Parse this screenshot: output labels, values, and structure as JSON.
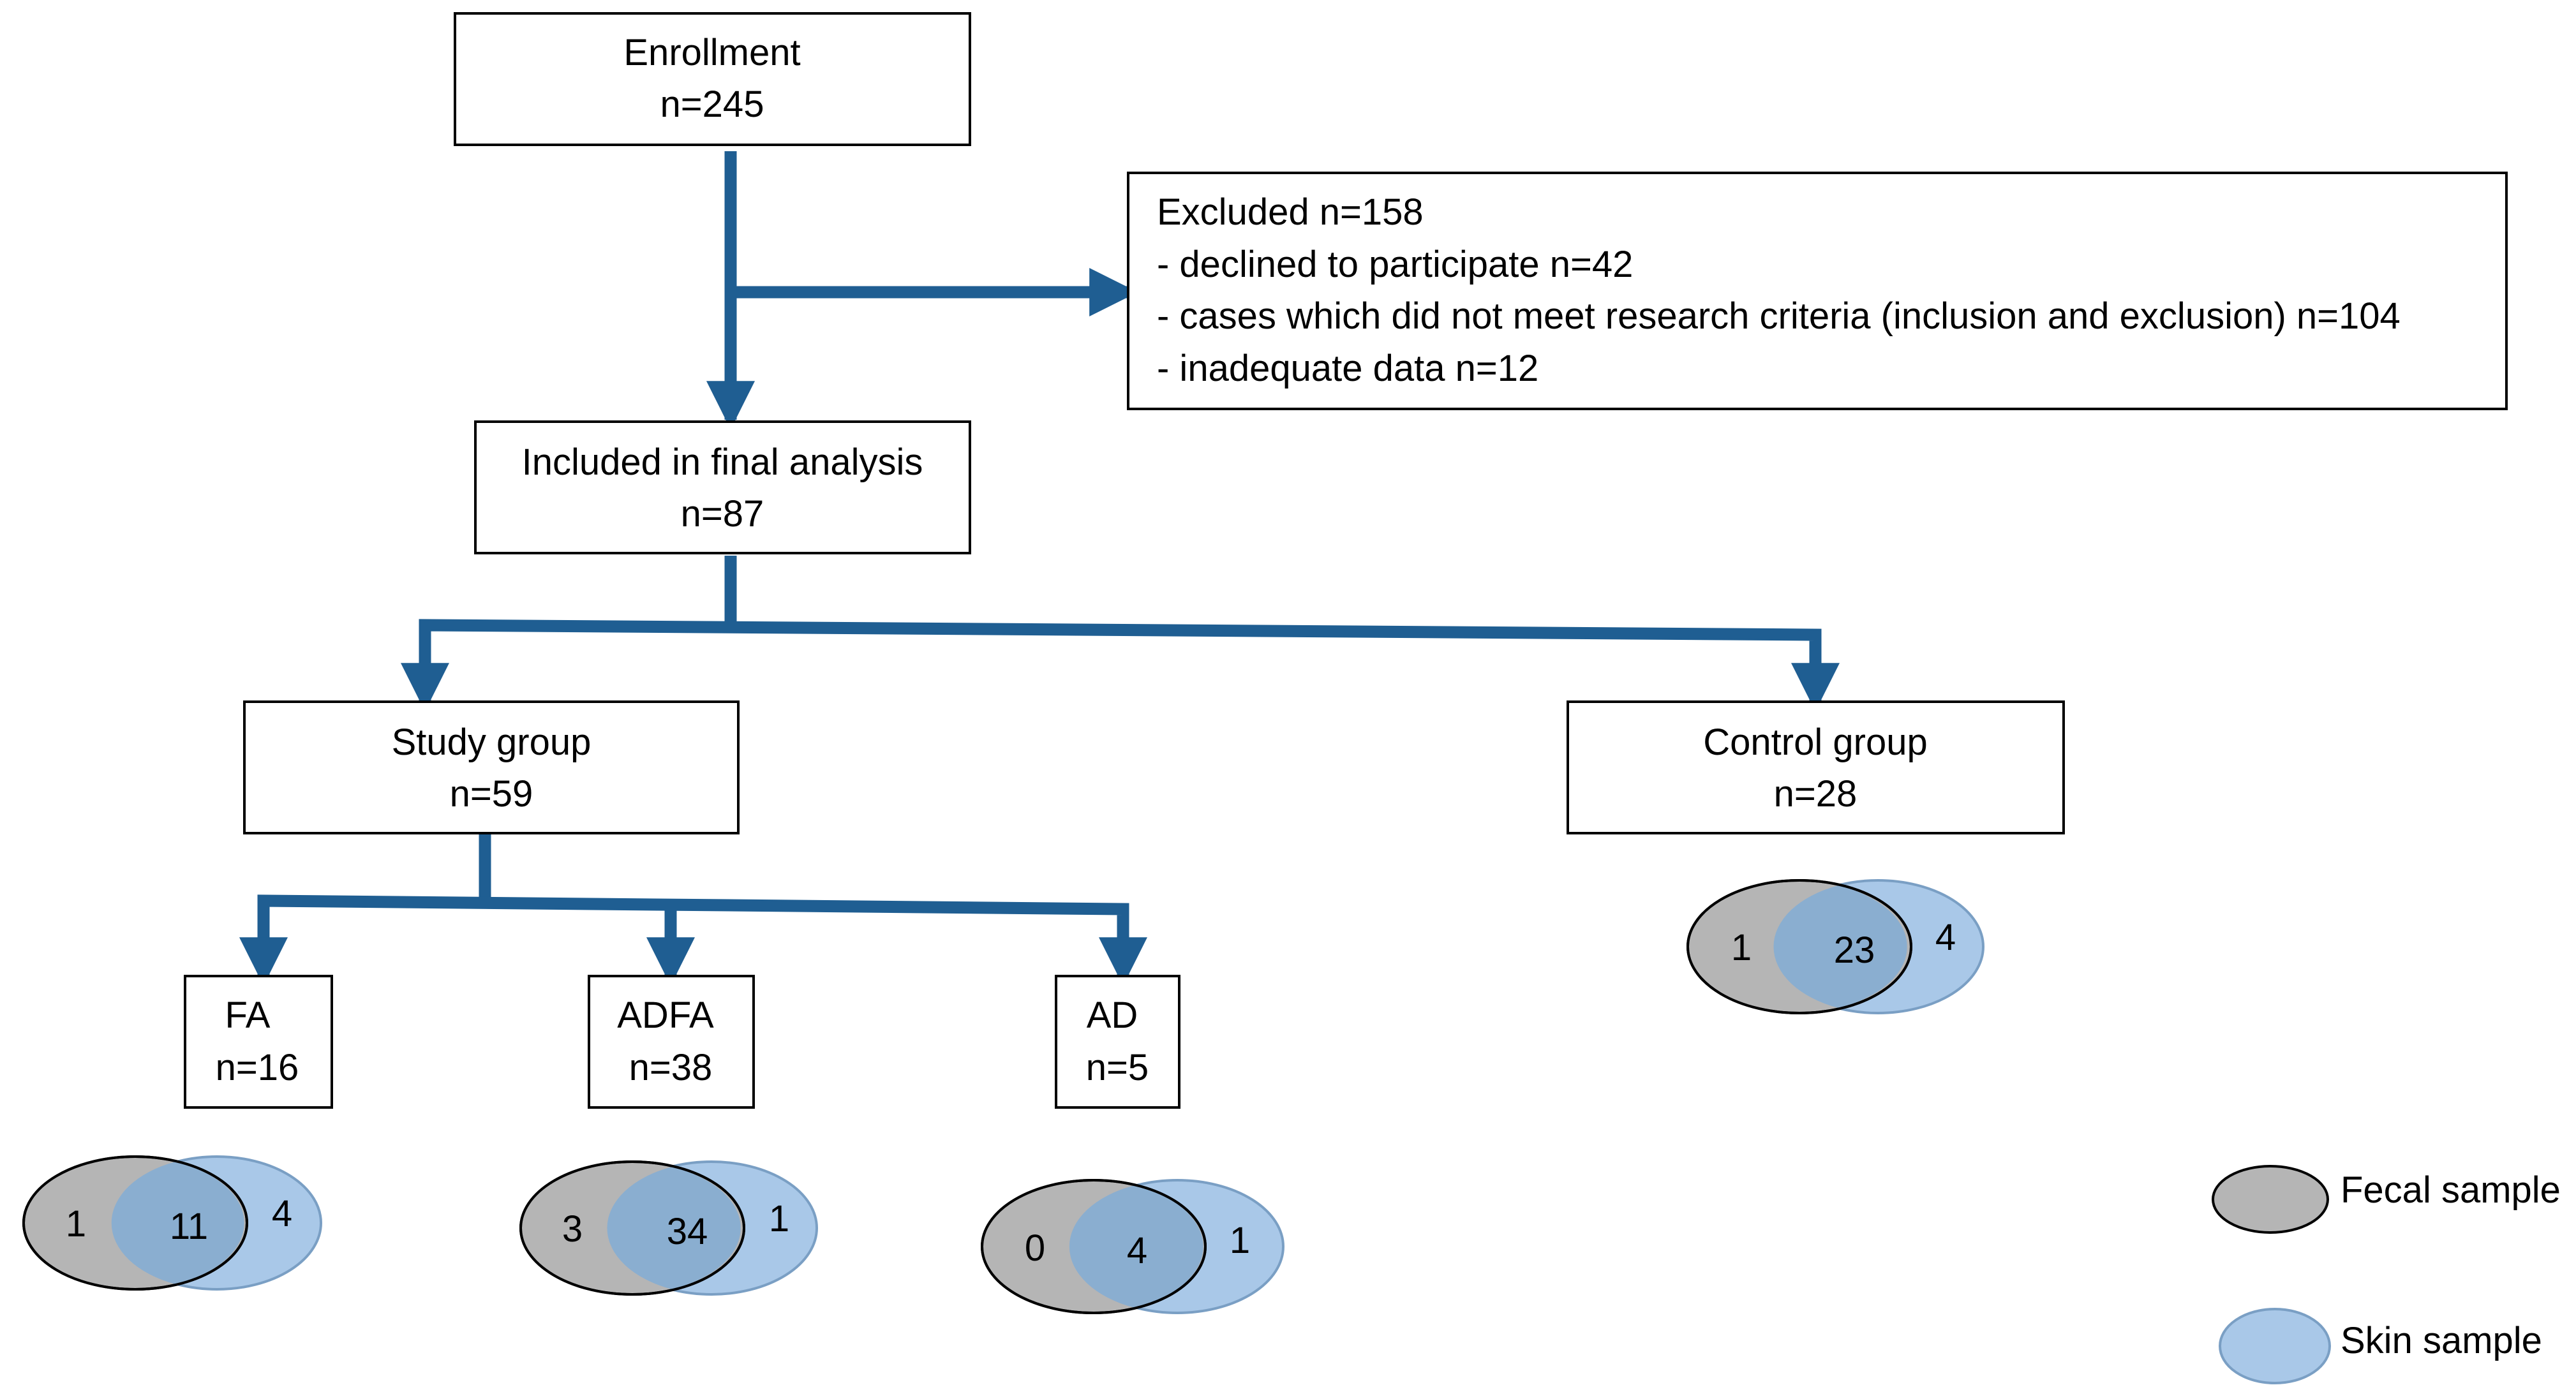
{
  "colors": {
    "arrow": "#1f5e92",
    "fecal_fill": "#b5b5b5",
    "skin_fill": "#a9c8e8",
    "overlap_fill": "#8aaed0",
    "box_border": "#000000"
  },
  "boxes": {
    "enrollment": {
      "title": "Enrollment",
      "count": "n=245"
    },
    "excluded": {
      "title": "Excluded n=158",
      "line1": "- declined to participate n=42",
      "line2": "- cases which did not meet research criteria (inclusion and exclusion) n=104",
      "line3": "- inadequate data n=12"
    },
    "included": {
      "title": "Included in final analysis",
      "count": "n=87"
    },
    "study": {
      "title": "Study group",
      "count": "n=59"
    },
    "control": {
      "title": "Control group",
      "count": "n=28"
    },
    "fa": {
      "title": "FA",
      "count": "n=16"
    },
    "adfa": {
      "title": "ADFA",
      "count": "n=38"
    },
    "ad": {
      "title": "AD",
      "count": "n=5"
    }
  },
  "venns": {
    "fa": {
      "fecal_only": "1",
      "both": "11",
      "skin_only": "4"
    },
    "adfa": {
      "fecal_only": "3",
      "both": "34",
      "skin_only": "1"
    },
    "ad": {
      "fecal_only": "0",
      "both": "4",
      "skin_only": "1"
    },
    "control": {
      "fecal_only": "1",
      "both": "23",
      "skin_only": "4"
    }
  },
  "legend": {
    "fecal": "Fecal sample",
    "skin": "Skin sample"
  }
}
